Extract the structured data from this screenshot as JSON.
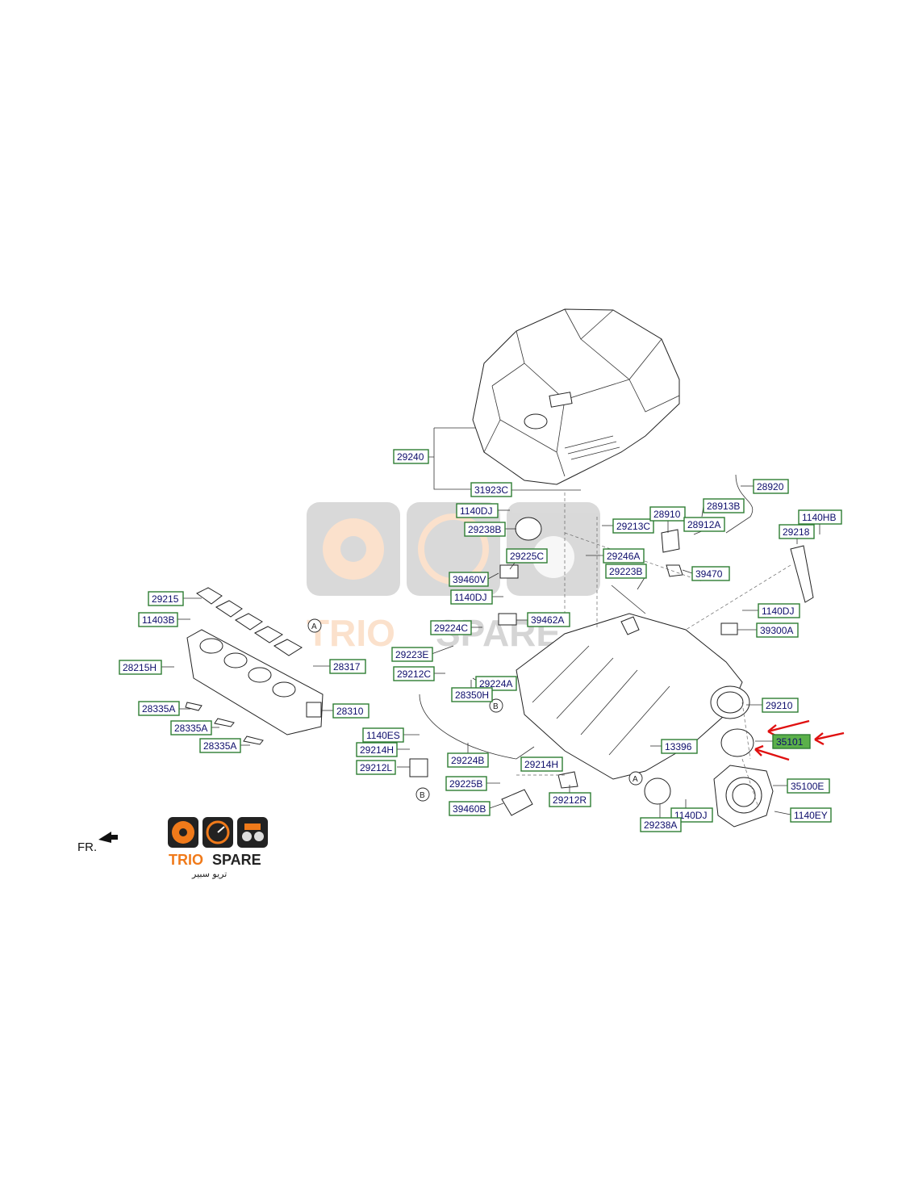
{
  "diagram": {
    "callouts": {
      "c29240": "29240",
      "c31923C": "31923C",
      "c1140DJ_a": "1140DJ",
      "c29238B": "29238B",
      "c29225C": "29225C",
      "c39460V": "39460V",
      "c1140DJ_b": "1140DJ",
      "c29213C": "29213C",
      "c29246A": "29246A",
      "c29223B": "29223B",
      "c28910": "28910",
      "c28913B": "28913B",
      "c28912A": "28912A",
      "c28920": "28920",
      "c1140HB": "1140HB",
      "c29218": "29218",
      "c39470": "39470",
      "c1140DJ_c": "1140DJ",
      "c39300A": "39300A",
      "c29215": "29215",
      "c11403B": "11403B",
      "c28215H": "28215H",
      "c28317": "28317",
      "c28335A_a": "28335A",
      "c28335A_b": "28335A",
      "c28335A_c": "28335A",
      "c28310": "28310",
      "c29224C": "29224C",
      "c39462A": "39462A",
      "c29223E": "29223E",
      "c29212C": "29212C",
      "c29224A": "29224A",
      "c28350H": "28350H",
      "c29210": "29210",
      "c35101": "35101",
      "c13396": "13396",
      "c1140ES": "1140ES",
      "c29214H_a": "29214H",
      "c29212L": "29212L",
      "c29224B": "29224B",
      "c29214H_b": "29214H",
      "c29225B": "29225B",
      "c29212R": "29212R",
      "c39460B": "39460B",
      "c35100E": "35100E",
      "c1140DJ_d": "1140DJ",
      "c1140EY": "1140EY",
      "c29238A": "29238A"
    },
    "view_markers": {
      "a1": "A",
      "a2": "A",
      "b1": "B",
      "b2": "B"
    },
    "front_label": "FR.",
    "highlight_part": "35101",
    "highlight_color": "#5bb04a",
    "arrow_color": "#e01010"
  },
  "branding": {
    "name_en_1": "TRIO",
    "name_en_2": "SPARE",
    "name_ar": "تريو سبير",
    "color_orange": "#f07a1a",
    "color_dark": "#222222"
  }
}
